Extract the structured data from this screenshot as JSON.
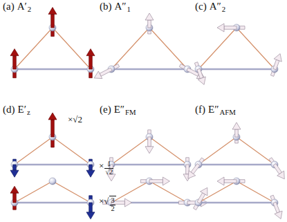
{
  "diagram": {
    "labels": [
      "(a)",
      "A′",
      "2",
      "(b)",
      "A″",
      "1",
      "(c)",
      "A″",
      "2",
      "(d)",
      "E′",
      "z",
      "(e)",
      "E″",
      "FM",
      "(f)",
      "E″",
      "AFM",
      "×√2",
      "×",
      "1",
      "√2",
      "×√",
      "3",
      "2"
    ]
  }
}
